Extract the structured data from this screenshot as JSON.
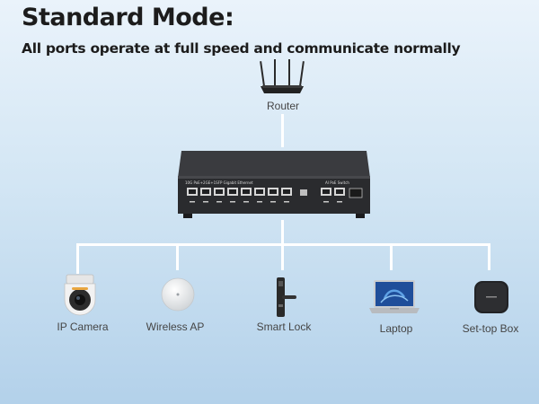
{
  "heading": {
    "title": "Standard Mode:",
    "subtitle": "All ports operate at full speed and communicate normally"
  },
  "router": {
    "label": "Router"
  },
  "switch": {
    "front_text": "10G PoE+2GE+1SFP Gigabit Ethernet",
    "brand_text": "AI PoE Switch"
  },
  "devices": [
    {
      "label": "IP Camera",
      "icon": "ip-camera-icon"
    },
    {
      "label": "Wireless AP",
      "icon": "wireless-ap-icon"
    },
    {
      "label": "Smart Lock",
      "icon": "smart-lock-icon"
    },
    {
      "label": "Laptop",
      "icon": "laptop-icon"
    },
    {
      "label": "Set-top Box",
      "icon": "set-top-box-icon"
    }
  ],
  "colors": {
    "background_top": "#eaf3fb",
    "background_bottom": "#b3d1ea",
    "connector": "#ffffff",
    "switch_body": "#2a2b2e",
    "title_text": "#1c1c1c"
  }
}
